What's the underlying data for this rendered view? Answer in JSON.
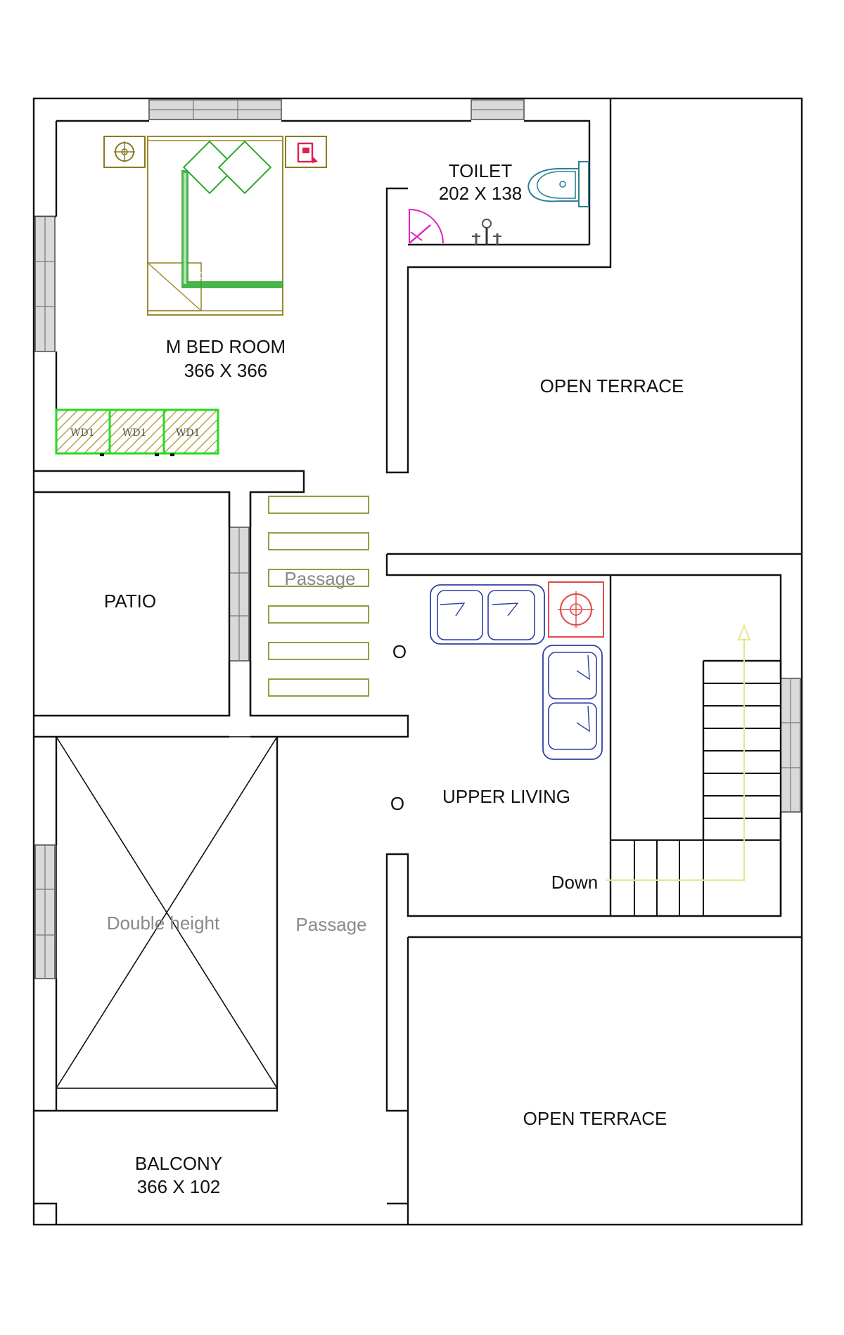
{
  "rooms": {
    "master_bedroom": {
      "name": "M BED ROOM",
      "size": "366 X 366"
    },
    "toilet": {
      "name": "TOILET",
      "size": "202 X 138"
    },
    "open_terrace_top": {
      "name": "OPEN TERRACE"
    },
    "open_terrace_bottom": {
      "name": "OPEN TERRACE"
    },
    "patio": {
      "name": "PATIO"
    },
    "passage_upper": {
      "name": "Passage"
    },
    "passage_lower": {
      "name": "Passage"
    },
    "upper_living": {
      "name": "UPPER LIVING"
    },
    "double_height": {
      "name": "Double height"
    },
    "balcony": {
      "name": "BALCONY",
      "size": "366 X 102"
    }
  },
  "wardrobe": {
    "label": "WD1",
    "count": 3
  },
  "stair": {
    "label": "Down"
  },
  "column_marks": [
    "O",
    "O"
  ],
  "colors": {
    "wall": "#111111",
    "bed": "#9a8a2e",
    "bed_pillows": "#2aa82a",
    "wardrobe_border": "#22dd22",
    "wardrobe_hatch": "#b8a24a",
    "toilet_fixture": "#2f7f96",
    "door_swing": "#e020c0",
    "sofa": "#2d3fa8",
    "side_table": "#e04a4a",
    "stair_arrow": "#e6e690",
    "passage_steps": "#9a9a40",
    "bedside": "#8a7a20",
    "phone": "#e0204a"
  }
}
